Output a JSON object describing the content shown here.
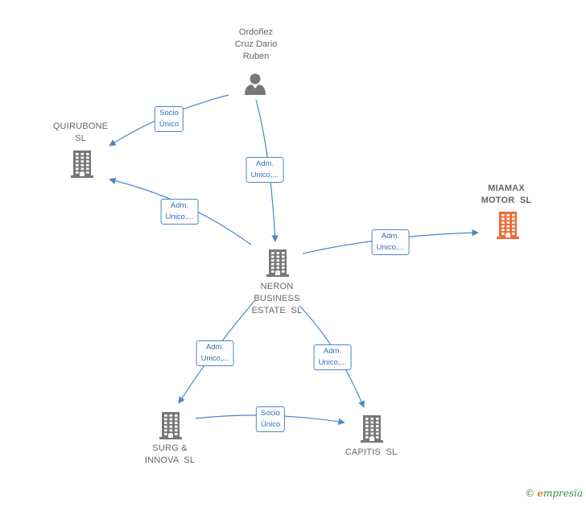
{
  "colors": {
    "edge": "#4a86c8",
    "node": "#777777",
    "focus": "#f06a35"
  },
  "nodes": {
    "person": {
      "lines": [
        "Ordoñez",
        "Cruz Dario",
        "Ruben"
      ],
      "icon": "person-icon"
    },
    "quirubone": {
      "lines": [
        "QUIRUBONE",
        "SL"
      ],
      "icon": "building-icon"
    },
    "miamax": {
      "lines": [
        "MIAMAX",
        "MOTOR  SL"
      ],
      "icon": "building-icon"
    },
    "neron": {
      "lines": [
        "NERON",
        "BUSINESS",
        "ESTATE  SL"
      ],
      "icon": "building-icon"
    },
    "surg": {
      "lines": [
        "SURG &",
        "INNOVA  SL"
      ],
      "icon": "building-icon"
    },
    "capitis": {
      "lines": [
        "CAPITIS  SL"
      ],
      "icon": "building-icon"
    }
  },
  "edges": {
    "person_quirubone": {
      "lines": [
        "Socio",
        "Único"
      ]
    },
    "person_neron": {
      "lines": [
        "Adm.",
        "Unico,..."
      ]
    },
    "neron_quirubone": {
      "lines": [
        "Adm.",
        "Unico,..."
      ]
    },
    "neron_miamax": {
      "lines": [
        "Adm.",
        "Unico,..."
      ]
    },
    "neron_surg": {
      "lines": [
        "Adm.",
        "Unico,..."
      ]
    },
    "neron_capitis": {
      "lines": [
        "Adm.",
        "Unico,..."
      ]
    },
    "surg_capitis": {
      "lines": [
        "Socio",
        "Único"
      ]
    }
  },
  "footer": {
    "copyright": "©",
    "brand_first": "e",
    "brand_rest": "mpresia"
  }
}
